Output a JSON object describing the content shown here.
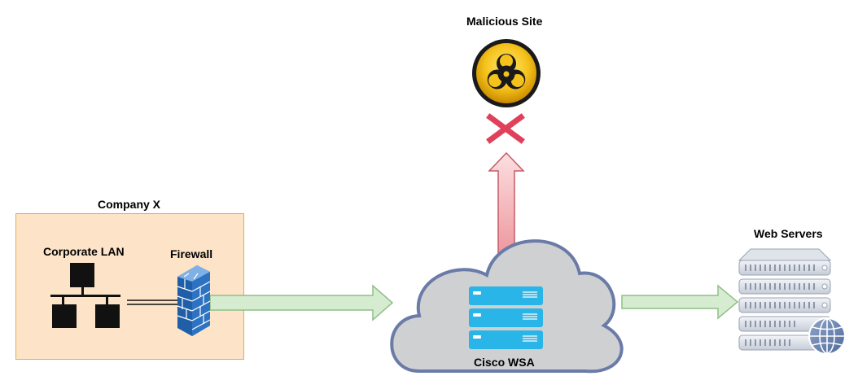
{
  "labels": {
    "malicious_site": "Malicious Site",
    "company": "Company X",
    "corporate_lan": "Corporate LAN",
    "firewall": "Firewall",
    "web_servers": "Web Servers",
    "cisco_wsa": "Cisco WSA"
  },
  "icons": {
    "hazard": "biohazard-icon",
    "blocked": "red-x-icon",
    "lan": "network-topology-icon",
    "firewall": "brick-firewall-icon",
    "proxy": "server-stack-icon",
    "servers": "server-rack-globe-icon"
  },
  "colors": {
    "company_box_fill": "#fde3c8",
    "company_box_border": "#d9b24a",
    "flow_arrow_fill": "#d6ecd0",
    "flow_arrow_stroke": "#8fbf86",
    "blocked_arrow_fill": "#f4a3a6",
    "blocked_x": "#e0405a",
    "cloud_fill": "#cfd0d2",
    "cloud_stroke": "#6b7ba8",
    "proxy_server": "#29b5e8",
    "hazard_yellow": "#f5c21b"
  }
}
